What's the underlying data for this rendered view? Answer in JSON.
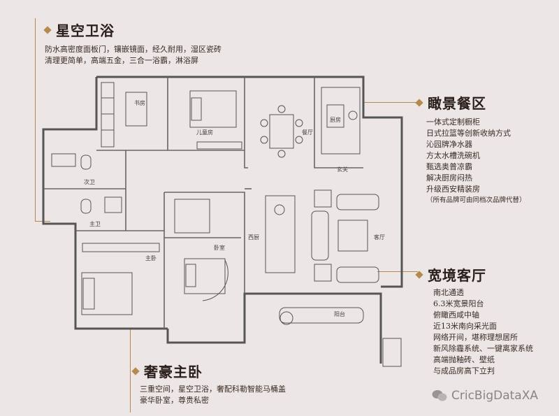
{
  "sections": {
    "bath": {
      "title": "星空卫浴",
      "lines": [
        "防水高密度面板门，镶嵌镜面，经久耐用，湿区瓷砖",
        "清理更简单，高端五金，三合一浴霸，淋浴屏"
      ]
    },
    "dining": {
      "title": "瞰景餐区",
      "lines": [
        "一体式定制橱柜",
        "日式拉篮等创新收纳方式",
        "沁园牌净水器",
        "方太水槽洗碗机",
        "甄选奥普凉霸",
        "解决厨房闷热",
        "升级西安精装房",
        "（所有品牌可由同档次品牌代替）"
      ]
    },
    "living": {
      "title": "宽境客厅",
      "lines": [
        "南北通透",
        "6.3米宽景阳台",
        "俯瞰西咸中轴",
        "近13米南向采光面",
        "网络开间，堪称理想居所",
        "新风除霾系统、一键离家系统",
        "高端抛釉砖、壁纸",
        "与成品房高下立判"
      ]
    },
    "master": {
      "title": "奢豪主卧",
      "lines": [
        "三重空间，星空卫浴，奢配科勒智能马桶盖",
        "豪华卧室，尊贵私密"
      ]
    }
  },
  "rooms": {
    "study": "书房",
    "kids": "儿童房",
    "dining": "餐厅",
    "kitchen": "厨房",
    "entry": "玄关",
    "bath2": "次卫",
    "master_bath": "主卫",
    "west_hall": "西厨",
    "living": "客厅",
    "bedroom": "卧室",
    "master": "主卧",
    "balcony": "阳台"
  },
  "watermark": "CricBigDataXA",
  "colors": {
    "accent": "#b58a4e",
    "wall": "#555555",
    "background": "#ece6e6"
  }
}
